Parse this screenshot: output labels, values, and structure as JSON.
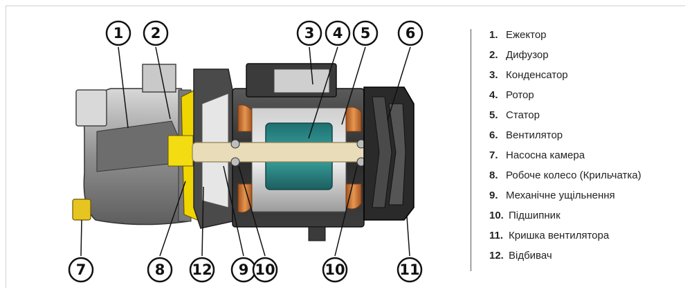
{
  "callouts": [
    {
      "num": "1",
      "name": "ejector"
    },
    {
      "num": "2",
      "name": "diffuser"
    },
    {
      "num": "3",
      "name": "capacitor"
    },
    {
      "num": "4",
      "name": "rotor"
    },
    {
      "num": "5",
      "name": "stator"
    },
    {
      "num": "6",
      "name": "fan"
    },
    {
      "num": "7",
      "name": "pump-chamber"
    },
    {
      "num": "8",
      "name": "impeller"
    },
    {
      "num": "12",
      "name": "deflector"
    },
    {
      "num": "9",
      "name": "mechanical-seal"
    },
    {
      "num": "10",
      "name": "bearing-front"
    },
    {
      "num": "10",
      "name": "bearing-rear"
    },
    {
      "num": "11",
      "name": "fan-cover"
    }
  ],
  "legend": [
    {
      "num": "1.",
      "text": "Ежектор"
    },
    {
      "num": "2.",
      "text": "Дифузор"
    },
    {
      "num": "3.",
      "text": "Конденсатор"
    },
    {
      "num": "4.",
      "text": "Ротор"
    },
    {
      "num": "5.",
      "text": "Статор"
    },
    {
      "num": "6.",
      "text": "Вентилятор"
    },
    {
      "num": "7.",
      "text": "Насосна камера"
    },
    {
      "num": "8.",
      "text": "Робоче колесо (Крильчатка)"
    },
    {
      "num": "9.",
      "text": "Механічне ущільнення"
    },
    {
      "num": "10.",
      "text": "Підшипник"
    },
    {
      "num": "11.",
      "text": "Кришка вентилятора"
    },
    {
      "num": "12.",
      "text": "Відбивач"
    }
  ],
  "colors": {
    "pump_body": "#9a9a9a",
    "motor_housing": "#3a3a3a",
    "stator_windings": "#d07a3a",
    "rotor_core": "#2e8f8a",
    "shaft": "#e9dcb8",
    "impeller": "#f0d600",
    "fan_cover": "#222222"
  }
}
